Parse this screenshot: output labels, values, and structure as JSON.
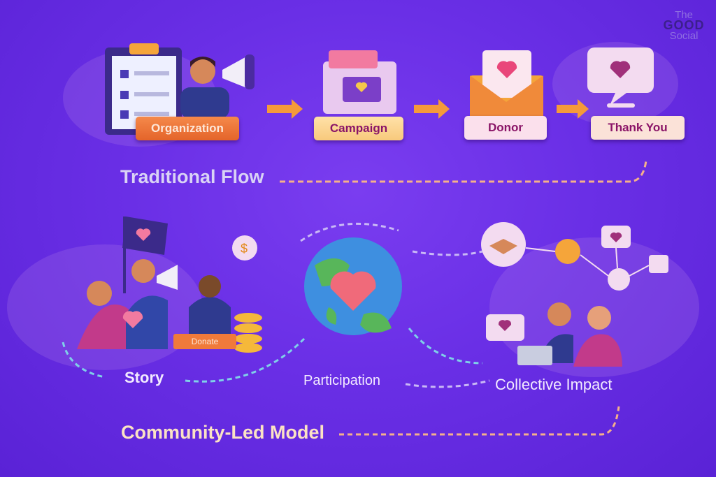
{
  "logo": {
    "line1": "The",
    "line2": "GOOD",
    "line3": "Social"
  },
  "traditional_flow": {
    "heading": "Traditional Flow",
    "steps": [
      "Organization",
      "Campaign",
      "Donor",
      "Thank You"
    ]
  },
  "community_model": {
    "heading": "Community-Led Model",
    "steps": [
      "Story",
      "Participation",
      "Collective Impact"
    ],
    "donate_sign": "Donate"
  },
  "colors": {
    "background": "#6a2fe6",
    "accent_orange": "#f07a3a",
    "heading_lavender": "#d9d2f5",
    "heading_peach": "#fbe2c4"
  }
}
